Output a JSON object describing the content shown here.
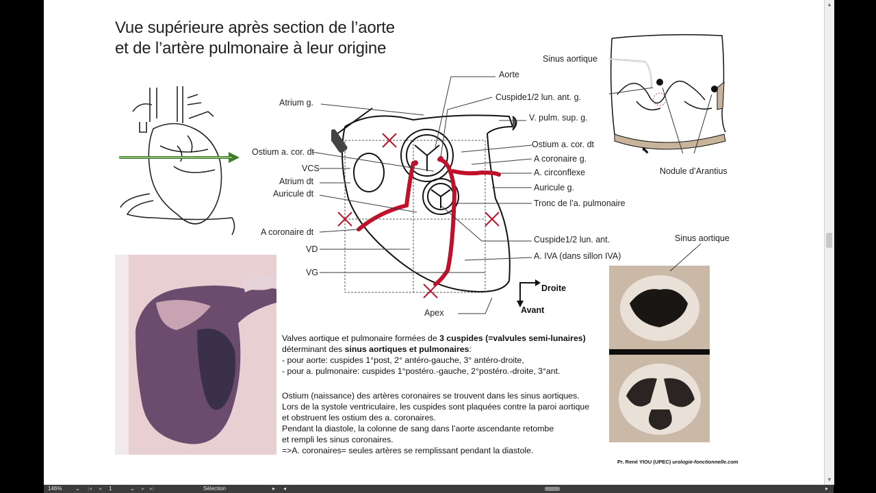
{
  "slide": {
    "title_line1": "Vue supérieure après section de l’aorte",
    "title_line2": "et de l’artère pulmonaire à leur origine",
    "labels": {
      "aorte": "Aorte",
      "cuspide_ant_g": "Cuspide1/2 lun. ant. g.",
      "atrium_g": "Atrium g.",
      "v_pulm": "V. pulm. sup. g.",
      "ostium_cor_dt_left": "Ostium a. cor. dt",
      "ostium_cor_dt_right": "Ostium a. cor. dt",
      "a_coronaire_g": "A coronaire g.",
      "a_circonflexe": "A. circonflexe",
      "vcs": "VCS",
      "atrium_dt": "Atrium dt",
      "auricule_dt": "Auricule dt",
      "auricule_g": "Auricule g.",
      "tronc_pulm": "Tronc de l’a. pulmonaire",
      "a_coronaire_dt": "A coronaire dt",
      "cuspide_ant": "Cuspide1/2 lun. ant.",
      "vd": "VD",
      "a_iva": "A. IVA (dans sillon IVA)",
      "vg": "VG",
      "apex": "Apex",
      "droite": "Droite",
      "avant": "Avant",
      "sinus_aortique_top": "Sinus aortique",
      "nodule": "Nodule d’Arantius",
      "sinus_aortique_photo": "Sinus aortique"
    },
    "text_block1": {
      "l1_pre": "Valves aortique et pulmonaire formées de ",
      "l1_bold": "3 cuspides (=valvules semi-lunaires)",
      "l2_pre": "déterminant des ",
      "l2_bold": "sinus aortiques et pulmonaires",
      "l2_post": ":",
      "l3": "- pour aorte: cuspides 1°post, 2° antéro-gauche, 3° antéro-droite,",
      "l4": "- pour a. pulmonaire: cuspides 1°postéro.-gauche, 2°postéro.-droite, 3°ant."
    },
    "text_block2": [
      "Ostium (naissance) des artères coronaires se trouvent dans les sinus aortiques.",
      "Lors de la systole ventriculaire, les cuspides sont plaquées contre la paroi aortique",
      "et obstruent les ostium des a. coronaires.",
      "Pendant la diastole, la colonne de sang dans l’aorte ascendante retombe",
      "et rempli les sinus coronaires.",
      "=>A. coronaires= seules artères se remplissant pendant la diastole."
    ],
    "credit_pre": "Pr. René YIOU (UPEC) ",
    "credit_italic": "urologie-fonctionnelle.com"
  },
  "statusbar": {
    "zoom": "146%",
    "page": "1",
    "tool": "Sélection"
  },
  "colors": {
    "accent_red": "#c0102a",
    "arrow_green": "#3e7d2a",
    "wall_brown": "#c8b49a"
  }
}
